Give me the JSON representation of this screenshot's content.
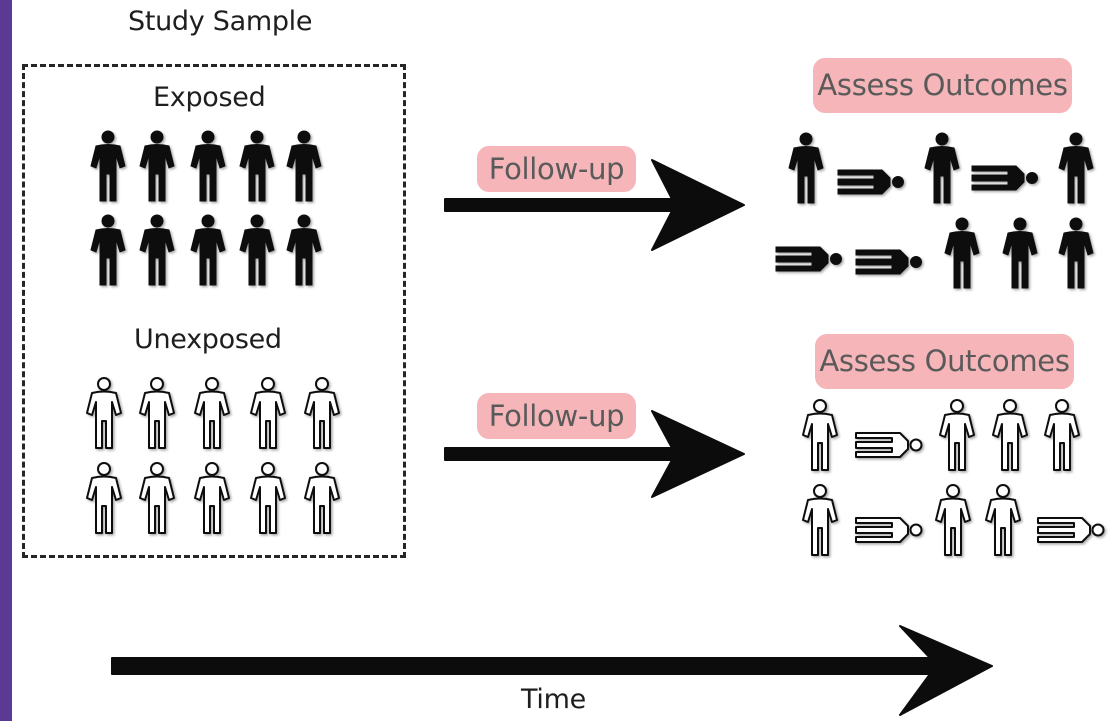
{
  "diagram": {
    "title": "Study Sample",
    "groups": {
      "exposed_label": "Exposed",
      "unexposed_label": "Unexposed"
    },
    "follow_up_labels": [
      "Follow-up",
      "Follow-up"
    ],
    "outcome_labels": [
      "Assess Outcomes",
      "Assess Outcomes"
    ],
    "time_label": "Time",
    "exposed_outcomes": {
      "row1": [
        "standing",
        "fallen",
        "standing",
        "fallen",
        "standing"
      ],
      "row2": [
        "fallen",
        "fallen",
        "standing",
        "standing",
        "standing"
      ]
    },
    "unexposed_outcomes": {
      "row1": [
        "standing",
        "fallen",
        "standing",
        "standing",
        "standing"
      ],
      "row2": [
        "standing",
        "fallen",
        "standing",
        "standing",
        "fallen"
      ]
    },
    "colors": {
      "exposed_figure": "#111111",
      "unexposed_figure": "#ffffff",
      "label_pill": "#f6b5b8",
      "accent_bar": "#5b3a96"
    },
    "icons": [
      "person-standing-icon",
      "person-fallen-icon",
      "arrow-right-icon"
    ]
  }
}
